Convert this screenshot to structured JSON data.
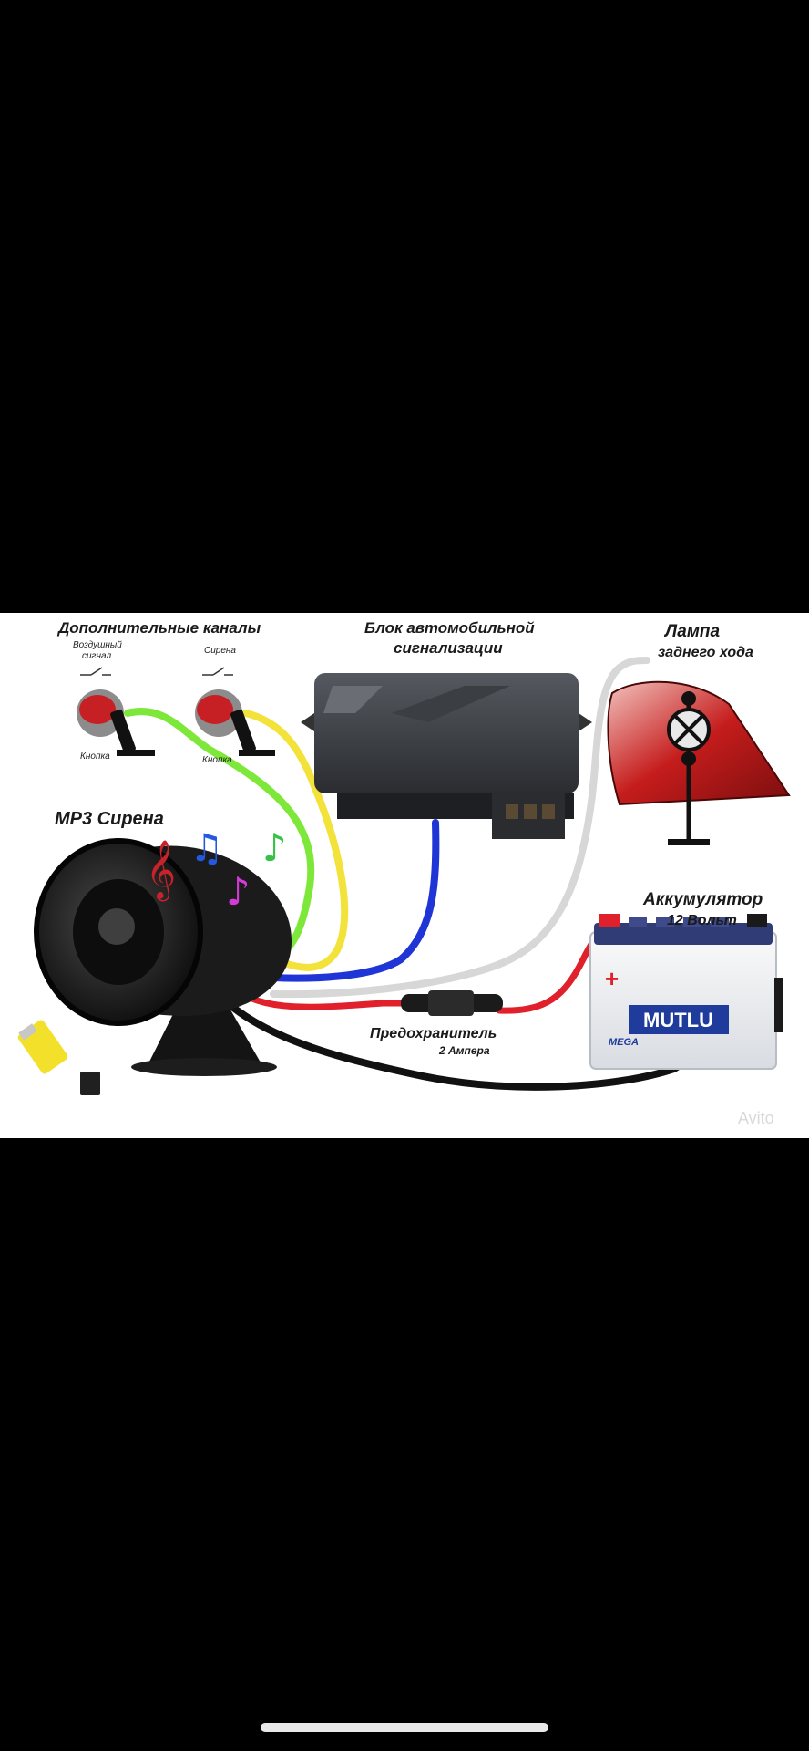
{
  "labels": {
    "extra_channels": "Дополнительные каналы",
    "air_signal_line1": "Воздушный",
    "air_signal_line2": "сигнал",
    "siren_small": "Сирена",
    "button_left": "Кнопка",
    "button_right": "Кнопка",
    "control_unit_line1": "Блок автомобильной",
    "control_unit_line2": "сигнализации",
    "lamp_line1": "Лампа",
    "lamp_line2": "заднего хода",
    "mp3_siren": "МР3 Сирена",
    "battery_line1": "Аккумулятор",
    "battery_line2": "12 Вольт",
    "fuse_line1": "Предохранитель",
    "fuse_line2": "2 Ампера",
    "battery_brand": "MUTLU",
    "battery_sub": "MEGA",
    "watermark": "Avito"
  },
  "wire_colors": {
    "green": "#7ee83a",
    "yellow": "#f2e23a",
    "blue": "#1f35d6",
    "grey": "#d7d7d7",
    "red": "#e0202a",
    "black": "#111111"
  },
  "icons": {
    "status_bar": "none",
    "home_indicator": "home-indicator-bar"
  }
}
